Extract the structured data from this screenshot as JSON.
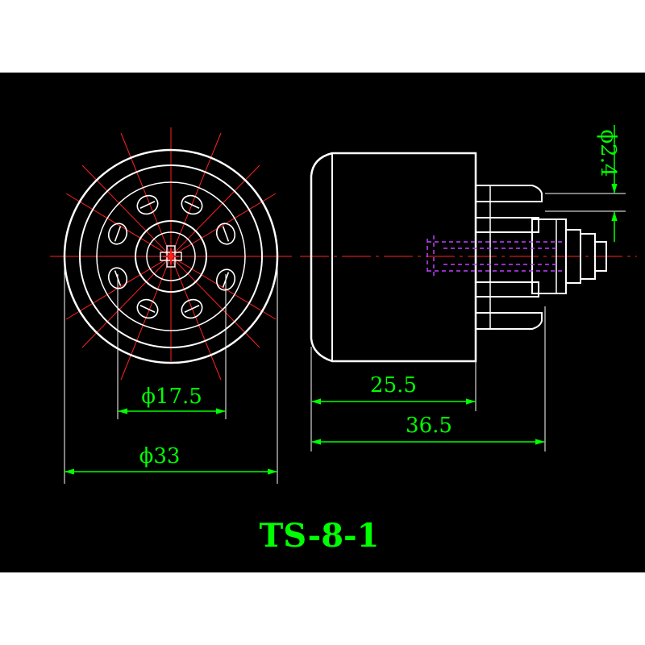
{
  "drawing": {
    "title": "TS-8-1",
    "dimensions": {
      "inner_diameter": "ϕ17.5",
      "outer_diameter": "ϕ33",
      "pin_diameter": "ϕ2.4",
      "body_length": "25.5",
      "overall_length": "36.5"
    }
  },
  "colors": {
    "background": "#000000",
    "outline": "#ffffff",
    "centerline": "#ff2020",
    "dimension": "#00ff00",
    "hidden": "#c040ff",
    "text": "#00ff00",
    "title": "#00ff00"
  }
}
